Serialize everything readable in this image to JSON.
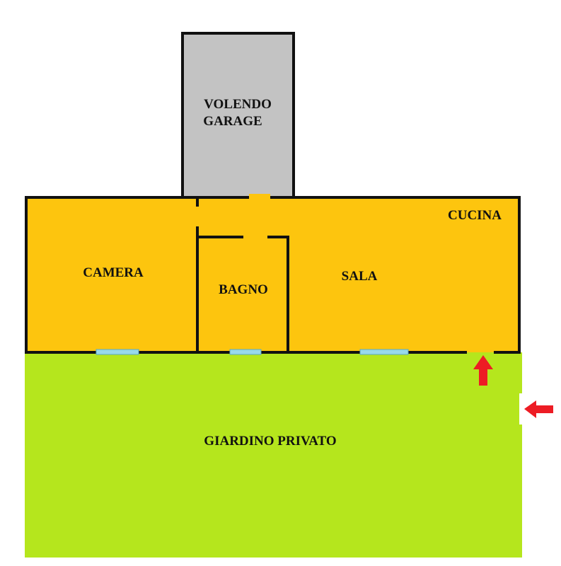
{
  "rooms": {
    "garage": {
      "line1": "VOLENDO",
      "line2": "GARAGE"
    },
    "camera": "CAMERA",
    "bagno": "BAGNO",
    "sala": "SALA",
    "cucina": "CUCINA",
    "giardino": "GIARDINO PRIVATO"
  },
  "colors": {
    "interior": "#FDC50E",
    "garden": "#B5E61D",
    "garage": "#C3C3C3",
    "wall": "#111111",
    "window": "#99D9EA",
    "entrance_arrow": "#ED1C24"
  },
  "markers": {
    "entrance_arrows": [
      "arrow-up",
      "arrow-left"
    ]
  }
}
